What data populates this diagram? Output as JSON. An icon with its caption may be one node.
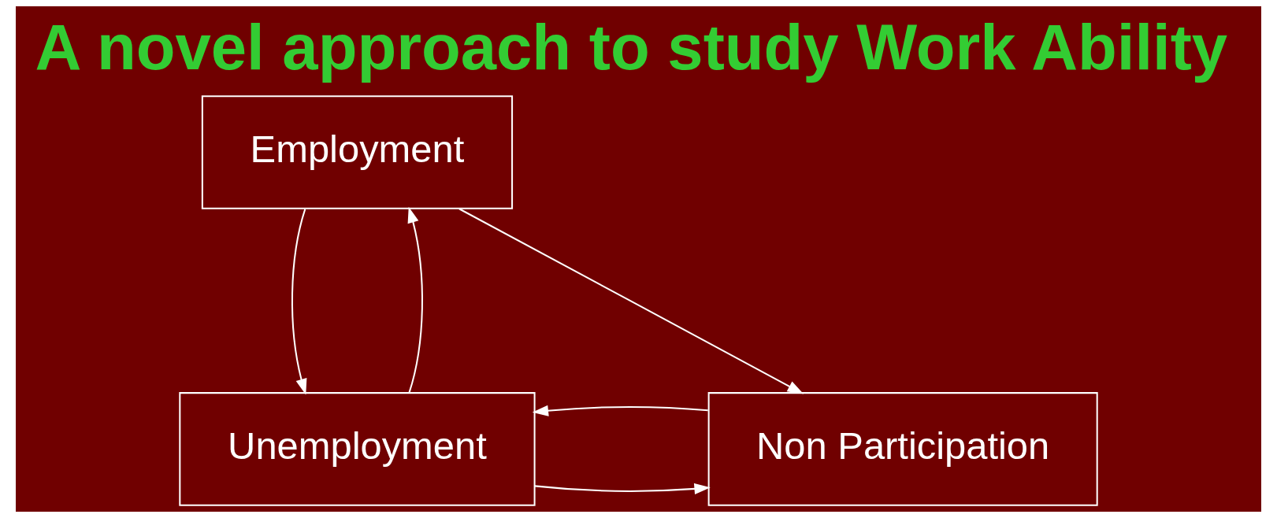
{
  "diagram": {
    "title": "A novel approach to study Work Ability",
    "nodes": [
      {
        "text": [
          "Employment"
        ]
      },
      {
        "text": [
          "Unemployment"
        ]
      },
      {
        "text": [
          "Non Participation"
        ]
      }
    ],
    "edges": [
      {
        "from": 0,
        "to": 1,
        "arrow": "to"
      },
      {
        "from": 1,
        "to": 0,
        "arrow": "to"
      },
      {
        "from": 0,
        "to": 2,
        "arrow": "to"
      },
      {
        "from": 1,
        "to": 2,
        "arrow": "to"
      },
      {
        "from": 2,
        "to": 1,
        "arrow": "to"
      }
    ]
  }
}
